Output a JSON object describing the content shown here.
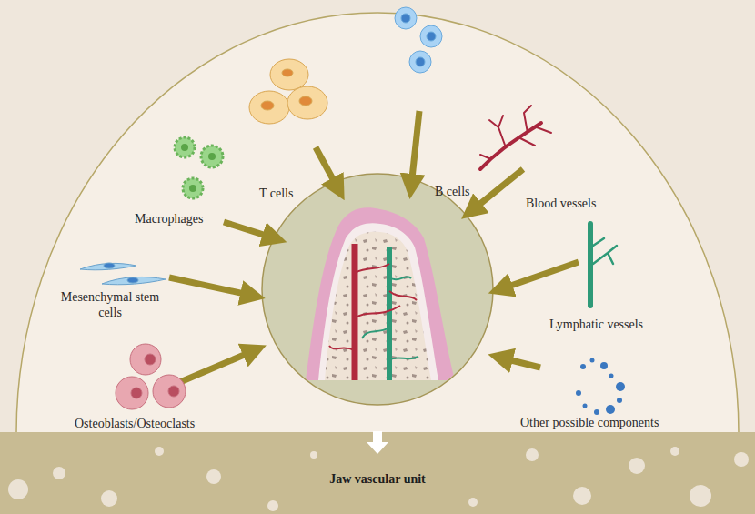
{
  "diagram": {
    "nodes": [
      {
        "text": [
          "Jaw vascular unit"
        ]
      }
    ],
    "labels": [
      "T cells",
      "B cells",
      "Blood vessels",
      "Macrophages",
      "Lymphatic vessels",
      "Mesenchymal stem cells",
      "Osteoblasts/Osteoclasts",
      "Other possible components"
    ]
  }
}
